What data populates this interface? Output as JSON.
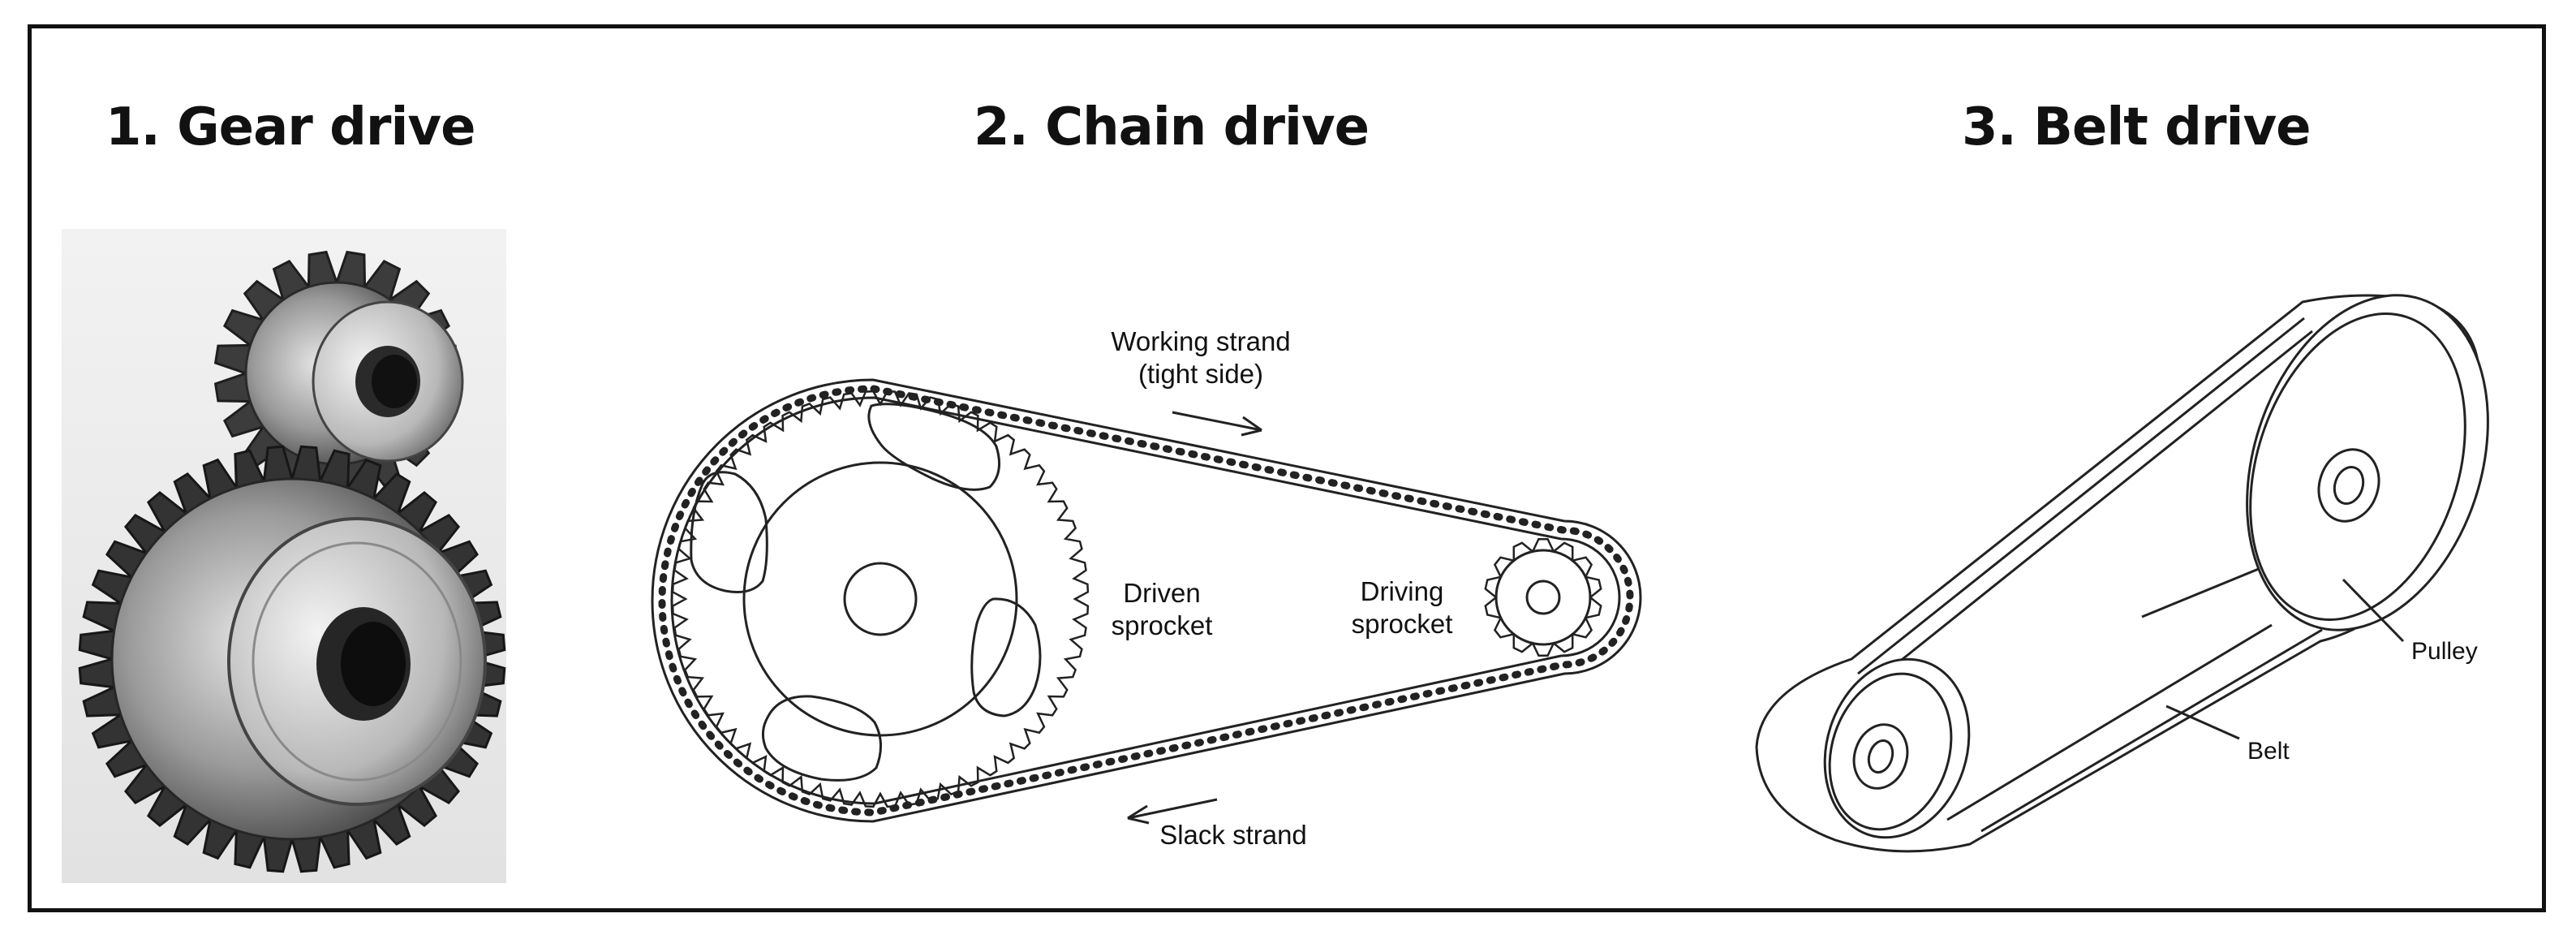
{
  "panels": [
    {
      "title": "1. Gear drive"
    },
    {
      "title": "2. Chain drive",
      "labels": {
        "working_strand": "Working strand",
        "tight_side": "(tight side)",
        "driven_1": "Driven",
        "driven_2": "sprocket",
        "driving_1": "Driving",
        "driving_2": "sprocket",
        "slack_strand": "Slack strand"
      }
    },
    {
      "title": "3. Belt drive",
      "labels": {
        "pulley": "Pulley",
        "belt": "Belt"
      }
    }
  ]
}
